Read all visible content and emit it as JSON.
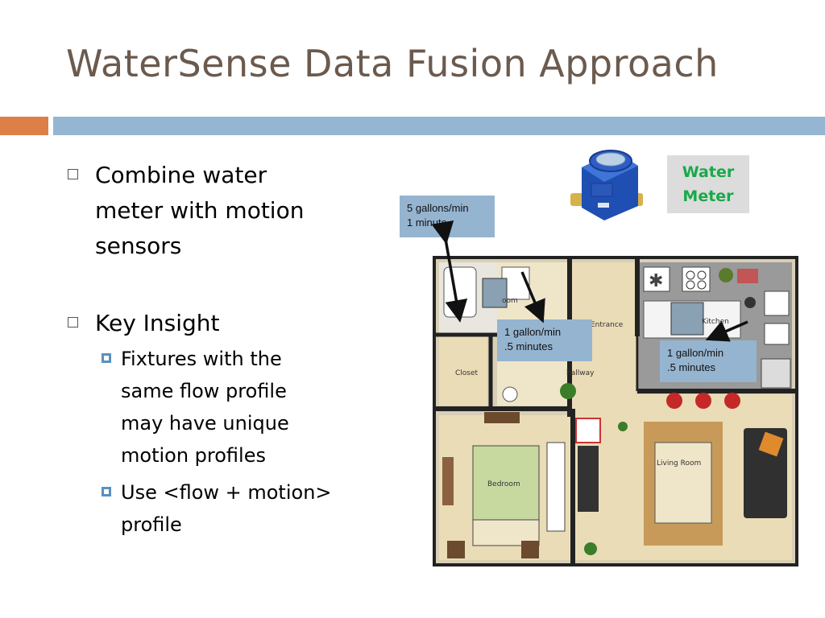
{
  "slide": {
    "title": "WaterSense Data Fusion Approach"
  },
  "bullets": [
    {
      "text_lines": [
        "Combine water",
        "meter with motion",
        "sensors"
      ]
    },
    {
      "text": "Key Insight",
      "sub": [
        {
          "text_lines": [
            "Fixtures with the",
            "same flow profile",
            "may have unique",
            "motion profiles"
          ]
        },
        {
          "text_lines": [
            "Use <flow + motion>",
            "profile"
          ]
        }
      ]
    }
  ],
  "meter_label": {
    "line1": "Water",
    "line2": "Meter"
  },
  "callouts": [
    {
      "line1": "5 gallons/min",
      "line2": "1 minute"
    },
    {
      "line1": "1 gallon/min",
      "line2": ".5 minutes"
    },
    {
      "line1": "1 gallon/min",
      "line2": ".5 minutes"
    }
  ],
  "floorplan_labels": {
    "bathroom": "oom",
    "closet": "Closet",
    "entrance": "Entrance",
    "hallway": "hallway",
    "kitchen": "Kitchen",
    "bedroom": "Bedroom",
    "living_room": "Living Room"
  },
  "colors": {
    "title": "#6b5a4e",
    "accent_orange": "#dd8047",
    "accent_blue": "#94b6d2",
    "callout_bg": "#95b4d0",
    "meter_label_text": "#19a94b",
    "wall": "#222222",
    "floor_tan": "#eadcb6"
  }
}
